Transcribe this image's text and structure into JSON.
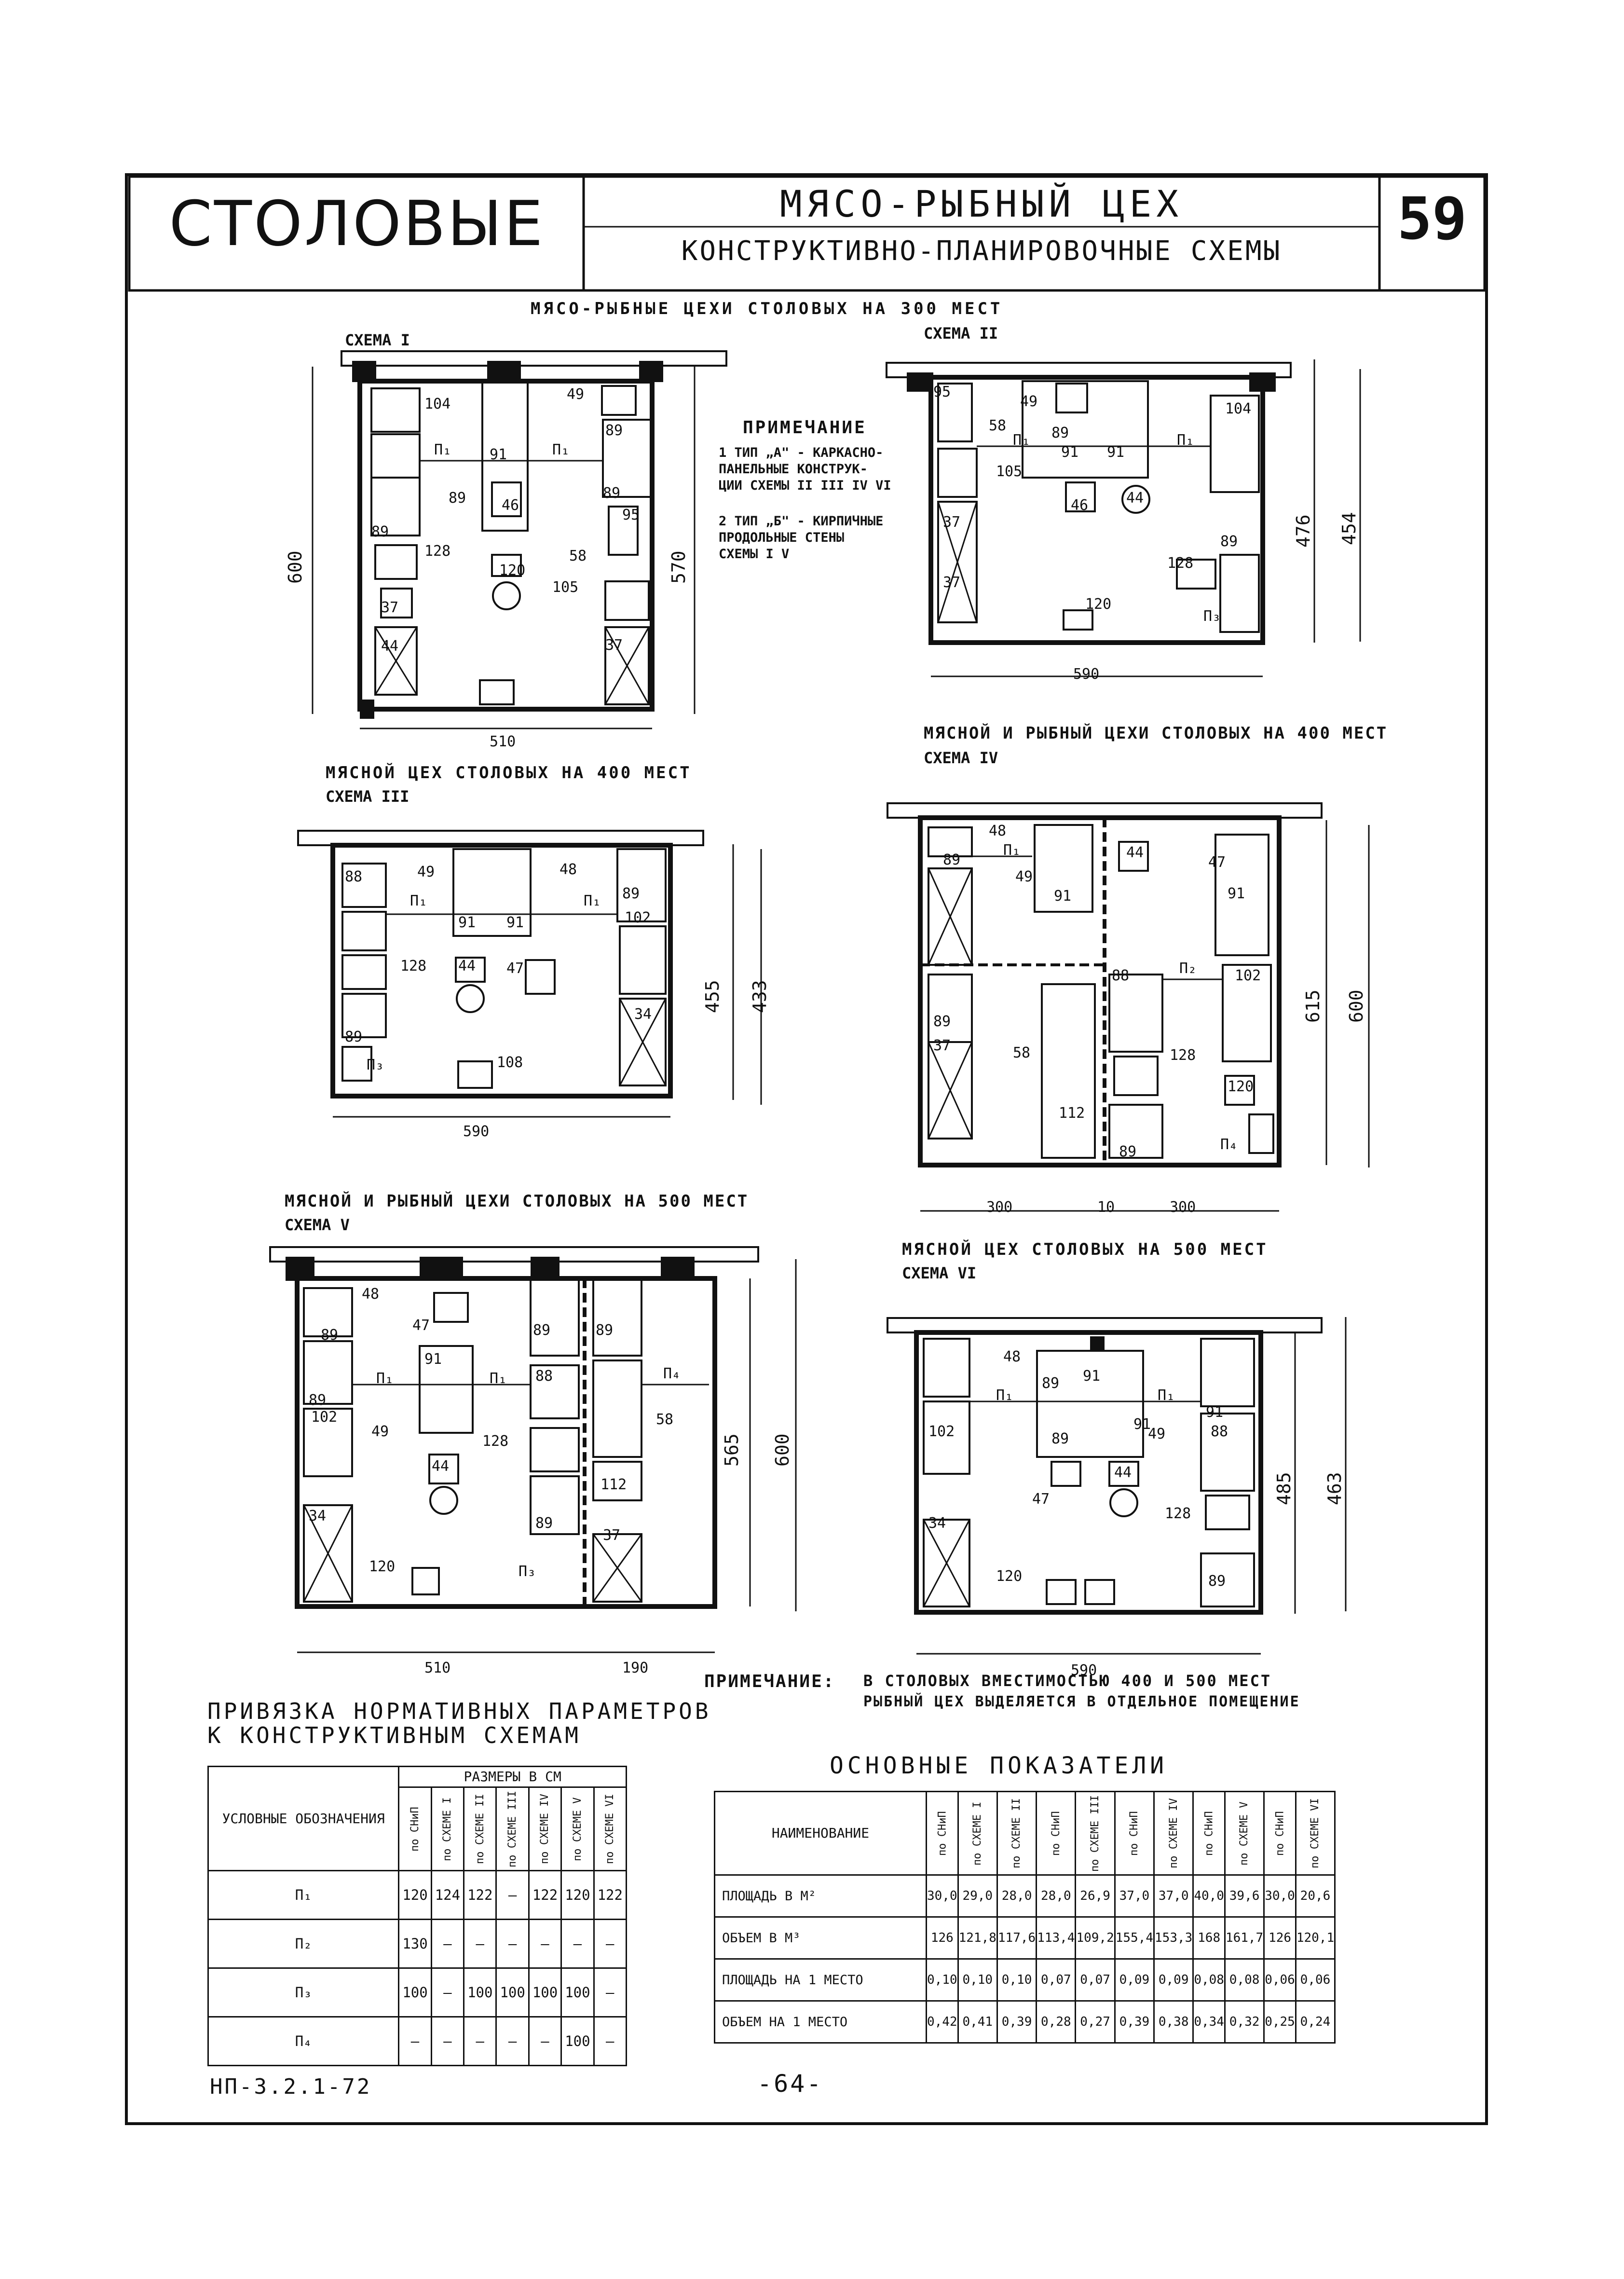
{
  "header": {
    "series_title": "СТОЛОВЫЕ",
    "title_line1": "МЯСО-РЫБНЫЙ ЦЕХ",
    "title_line2": "КОНСТРУКТИВНО-ПЛАНИРОВОЧНЫЕ СХЕМЫ",
    "sheet_number": "59"
  },
  "captions": {
    "group1": "МЯСО-РЫБНЫЕ ЦЕХИ СТОЛОВЫХ НА 300 МЕСТ",
    "schema1": "СХЕМА I",
    "schema2": "СХЕМА II",
    "group3": "МЯСНОЙ ЦЕХ СТОЛОВЫХ НА 400 МЕСТ",
    "schema3": "СХЕМА III",
    "group4": "МЯСНОЙ И РЫБНЫЙ ЦЕХИ СТОЛОВЫХ НА 400 МЕСТ",
    "schema4": "СХЕМА IV",
    "group5": "МЯСНОЙ И РЫБНЫЙ ЦЕХИ СТОЛОВЫХ НА 500 МЕСТ",
    "schema5": "СХЕМА V",
    "group6": "МЯСНОЙ ЦЕХ СТОЛОВЫХ НА 500 МЕСТ",
    "schema6": "СХЕМА VI"
  },
  "note1": {
    "title": "ПРИМЕЧАНИЕ",
    "lines": [
      "1 ТИП „А\" - КАРКАСНО-",
      "ПАНЕЛЬНЫЕ КОНСТРУК-",
      "ЦИИ СХЕМЫ II III IV VI",
      "2 ТИП „Б\" - КИРПИЧНЫЕ",
      "ПРОДОЛЬНЫЕ СТЕНЫ",
      "СХЕМЫ I V"
    ]
  },
  "note2": {
    "label": "ПРИМЕЧАНИЕ:",
    "line1": "В СТОЛОВЫХ ВМЕСТИМОСТЬЮ 400 И 500 МЕСТ",
    "line2": "РЫБНЫЙ ЦЕХ ВЫДЕЛЯЕТСЯ В ОТДЕЛЬНОЕ ПОМЕЩЕНИЕ"
  },
  "plans": {
    "p1": {
      "width": "510",
      "height_outer": "600",
      "height_inner": "570",
      "labels": [
        "104",
        "П₁",
        "П₁",
        "91",
        "89",
        "89",
        "46",
        "89",
        "128",
        "120",
        "37",
        "44",
        "58",
        "105",
        "37",
        "49",
        "95",
        "89"
      ]
    },
    "p2": {
      "width": "590",
      "height_inner": "476",
      "height_outer": "454",
      "labels": [
        "95",
        "49",
        "58",
        "П₁",
        "89",
        "91",
        "91",
        "П₁",
        "104",
        "105",
        "46",
        "44",
        "37",
        "37",
        "89",
        "128",
        "П₃",
        "120"
      ]
    },
    "p3": {
      "width": "590",
      "height_inner": "455",
      "height_outer": "433",
      "labels": [
        "88",
        "49",
        "48",
        "89",
        "П₁",
        "П₁",
        "91",
        "91",
        "102",
        "128",
        "44",
        "47",
        "34",
        "89",
        "П₃",
        "108"
      ]
    },
    "p4": {
      "width_left": "300",
      "width_mid": "10",
      "width_right": "300",
      "height_inner": "615",
      "height_outer": "600",
      "labels": [
        "48",
        "П₁",
        "89",
        "49",
        "44",
        "47",
        "91",
        "91",
        "П₂",
        "88",
        "102",
        "89",
        "58",
        "37",
        "128",
        "112",
        "120",
        "П₄",
        "89"
      ]
    },
    "p5": {
      "width_left": "510",
      "width_right": "190",
      "height_inner": "565",
      "height_outer": "600",
      "labels": [
        "48",
        "89",
        "47",
        "91",
        "89",
        "89",
        "П₁",
        "П₁",
        "88",
        "П₄",
        "89",
        "102",
        "49",
        "58",
        "128",
        "44",
        "112",
        "34",
        "89",
        "37",
        "П₃",
        "120"
      ]
    },
    "p6": {
      "width": "590",
      "height_inner": "485",
      "height_outer": "463",
      "labels": [
        "48",
        "89",
        "91",
        "П₁",
        "П₁",
        "91",
        "102",
        "91",
        "49",
        "88",
        "89",
        "47",
        "44",
        "34",
        "128",
        "120",
        "89"
      ]
    }
  },
  "table1": {
    "title_line1": "ПРИВЯЗКА НОРМАТИВНЫХ ПАРАМЕТРОВ",
    "title_line2": "К КОНСТРУКТИВНЫМ СХЕМАМ",
    "row_header": "УСЛОВНЫЕ ОБОЗНАЧЕНИЯ",
    "group_header": "РАЗМЕРЫ В СМ",
    "columns": [
      "по СНиП",
      "по СХЕМЕ I",
      "по СХЕМЕ II",
      "по СХЕМЕ III",
      "по СХЕМЕ IV",
      "по СХЕМЕ V",
      "по СХЕМЕ VI"
    ],
    "rows": [
      {
        "name": "П₁",
        "values": [
          "120",
          "124",
          "122",
          "—",
          "122",
          "120",
          "122"
        ]
      },
      {
        "name": "П₂",
        "values": [
          "130",
          "—",
          "—",
          "—",
          "—",
          "—",
          "—"
        ]
      },
      {
        "name": "П₃",
        "values": [
          "100",
          "—",
          "100",
          "100",
          "100",
          "100",
          "—"
        ]
      },
      {
        "name": "П₄",
        "values": [
          "—",
          "—",
          "—",
          "—",
          "—",
          "100",
          "—"
        ]
      }
    ]
  },
  "table2": {
    "title": "ОСНОВНЫЕ ПОКАЗАТЕЛИ",
    "row_header": "НАИМЕНОВАНИЕ",
    "columns": [
      "по СНиП",
      "по СХЕМЕ I",
      "по СХЕМЕ II",
      "по СНиП",
      "по СХЕМЕ III",
      "по СНиП",
      "по СХЕМЕ IV",
      "по СНиП",
      "по СХЕМЕ V",
      "по СНиП",
      "по СХЕМЕ VI"
    ],
    "rows": [
      {
        "name": "ПЛОЩАДЬ В М²",
        "values": [
          "30,0",
          "29,0",
          "28,0",
          "28,0",
          "26,9",
          "37,0",
          "37,0",
          "40,0",
          "39,6",
          "30,0",
          "20,6"
        ]
      },
      {
        "name": "ОБЪЕМ В М³",
        "values": [
          "126",
          "121,8",
          "117,6",
          "113,4",
          "109,2",
          "155,4",
          "153,3",
          "168",
          "161,7",
          "126",
          "120,1"
        ]
      },
      {
        "name": "ПЛОЩАДЬ НА 1 МЕСТО",
        "values": [
          "0,10",
          "0,10",
          "0,10",
          "0,07",
          "0,07",
          "0,09",
          "0,09",
          "0,08",
          "0,08",
          "0,06",
          "0,06"
        ]
      },
      {
        "name": "ОБЪЕМ НА 1 МЕСТО",
        "values": [
          "0,42",
          "0,41",
          "0,39",
          "0,28",
          "0,27",
          "0,39",
          "0,38",
          "0,34",
          "0,32",
          "0,25",
          "0,24"
        ]
      }
    ]
  },
  "footer": {
    "code": "НП-3.2.1-72",
    "page": "-64-"
  }
}
